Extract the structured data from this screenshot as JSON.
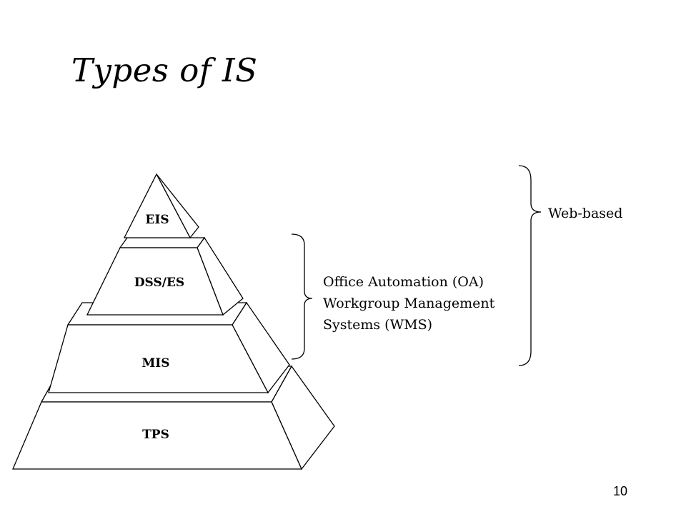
{
  "slide": {
    "title": "Types of IS",
    "page_number": "10"
  },
  "pyramid": {
    "tiers": [
      {
        "label": "EIS"
      },
      {
        "label": "DSS/ES"
      },
      {
        "label": "MIS"
      },
      {
        "label": "TPS"
      }
    ]
  },
  "annotations": {
    "inner_bracket": {
      "lines": [
        "Office Automation (OA)",
        "Workgroup Management",
        "Systems (WMS)"
      ]
    },
    "outer_bracket": {
      "label": "Web-based"
    }
  },
  "colors": {
    "stroke": "#000000",
    "fill": "#ffffff"
  }
}
